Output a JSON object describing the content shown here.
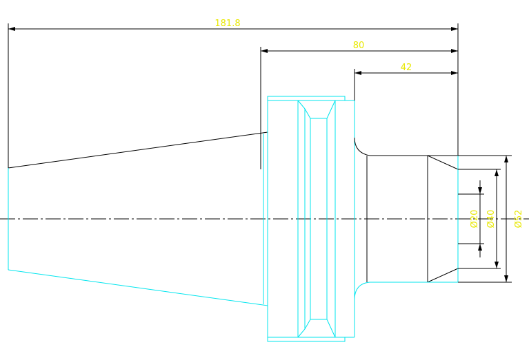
{
  "colors": {
    "background": "#ffffff",
    "outline": "#00e5ee",
    "edge": "#000000",
    "dimension_line": "#000000",
    "dimension_text": "#e8e800",
    "centerline": "#000000"
  },
  "dimensions": {
    "overall_length": "181.8",
    "flange_to_end": "80",
    "shoulder_to_end": "42",
    "bore_small": "Ø20",
    "bore_mid": "Ø40",
    "bore_outer": "Ø52"
  }
}
